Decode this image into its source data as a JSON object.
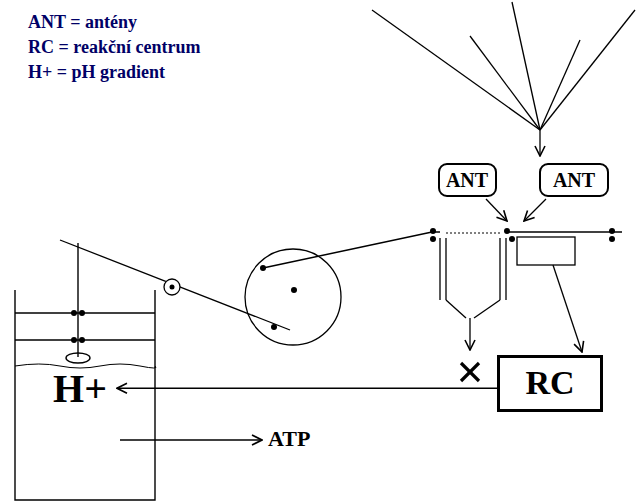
{
  "diagram": {
    "nodes": [
      {
        "text": [
          "ANT"
        ]
      },
      {
        "text": [
          "ANT"
        ]
      },
      {
        "text": [
          "H+"
        ]
      },
      {
        "text": [
          "RC"
        ]
      }
    ],
    "edges": [
      {
        "from": 3,
        "to": 2,
        "arrow": "to"
      }
    ],
    "labels": [
      "ANT = antény",
      "RC = reakční centrum",
      "H+ = pH gradient",
      "ATP"
    ]
  }
}
